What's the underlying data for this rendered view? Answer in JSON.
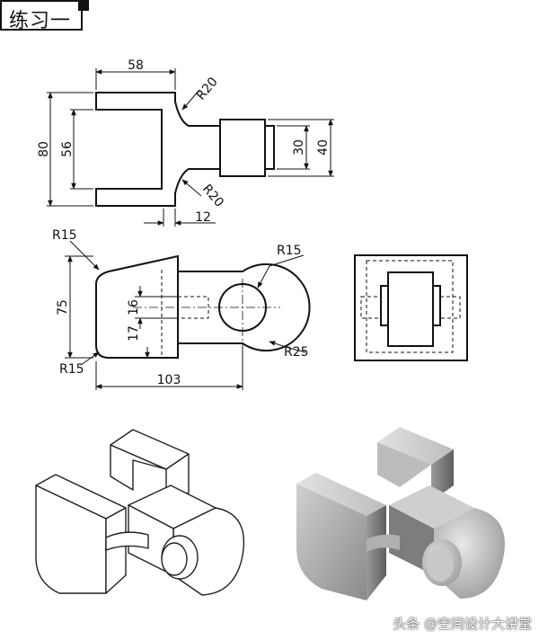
{
  "title": "练习一",
  "dimensions": {
    "top_width": "58",
    "top_r_upper": "R20",
    "top_r_lower": "R20",
    "top_height": "80",
    "top_inner": "56",
    "top_small": "30",
    "top_boss": "40",
    "top_offset": "12",
    "front_r_top_left": "R15",
    "front_r_bottom_left": "R15",
    "front_r_hole": "R15",
    "front_r_outer": "R25",
    "front_height": "75",
    "front_d1": "16",
    "front_d2": "17",
    "front_width": "103"
  },
  "watermark": "头条 @空间设计大讲堂"
}
